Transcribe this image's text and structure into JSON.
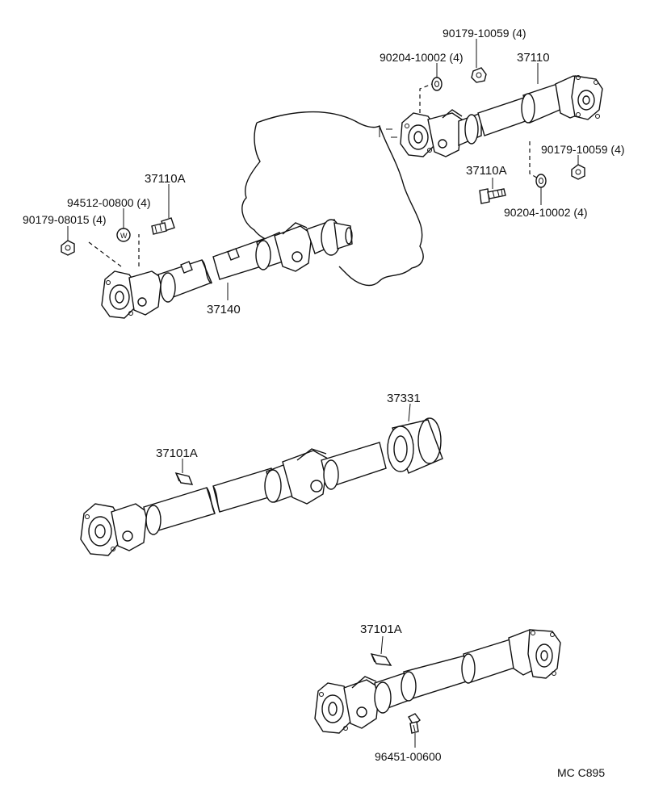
{
  "labels": {
    "p_90179_10059_top": "90179-10059 (4)",
    "p_90204_10002_top": "90204-10002 (4)",
    "p_37110_top": "37110",
    "p_90179_10059_right": "90179-10059 (4)",
    "p_37110A_right": "37110A",
    "p_90204_10002_right": "90204-10002 (4)",
    "p_37110A_left": "37110A",
    "p_94512_00800": "94512-00800 (4)",
    "p_90179_08015": "90179-08015 (4)",
    "p_37140": "37140",
    "p_37331": "37331",
    "p_37101A_mid": "37101A",
    "p_37101A_bottom": "37101A",
    "p_96451_00600": "96451-00600",
    "diagram_code": "MC C895"
  }
}
